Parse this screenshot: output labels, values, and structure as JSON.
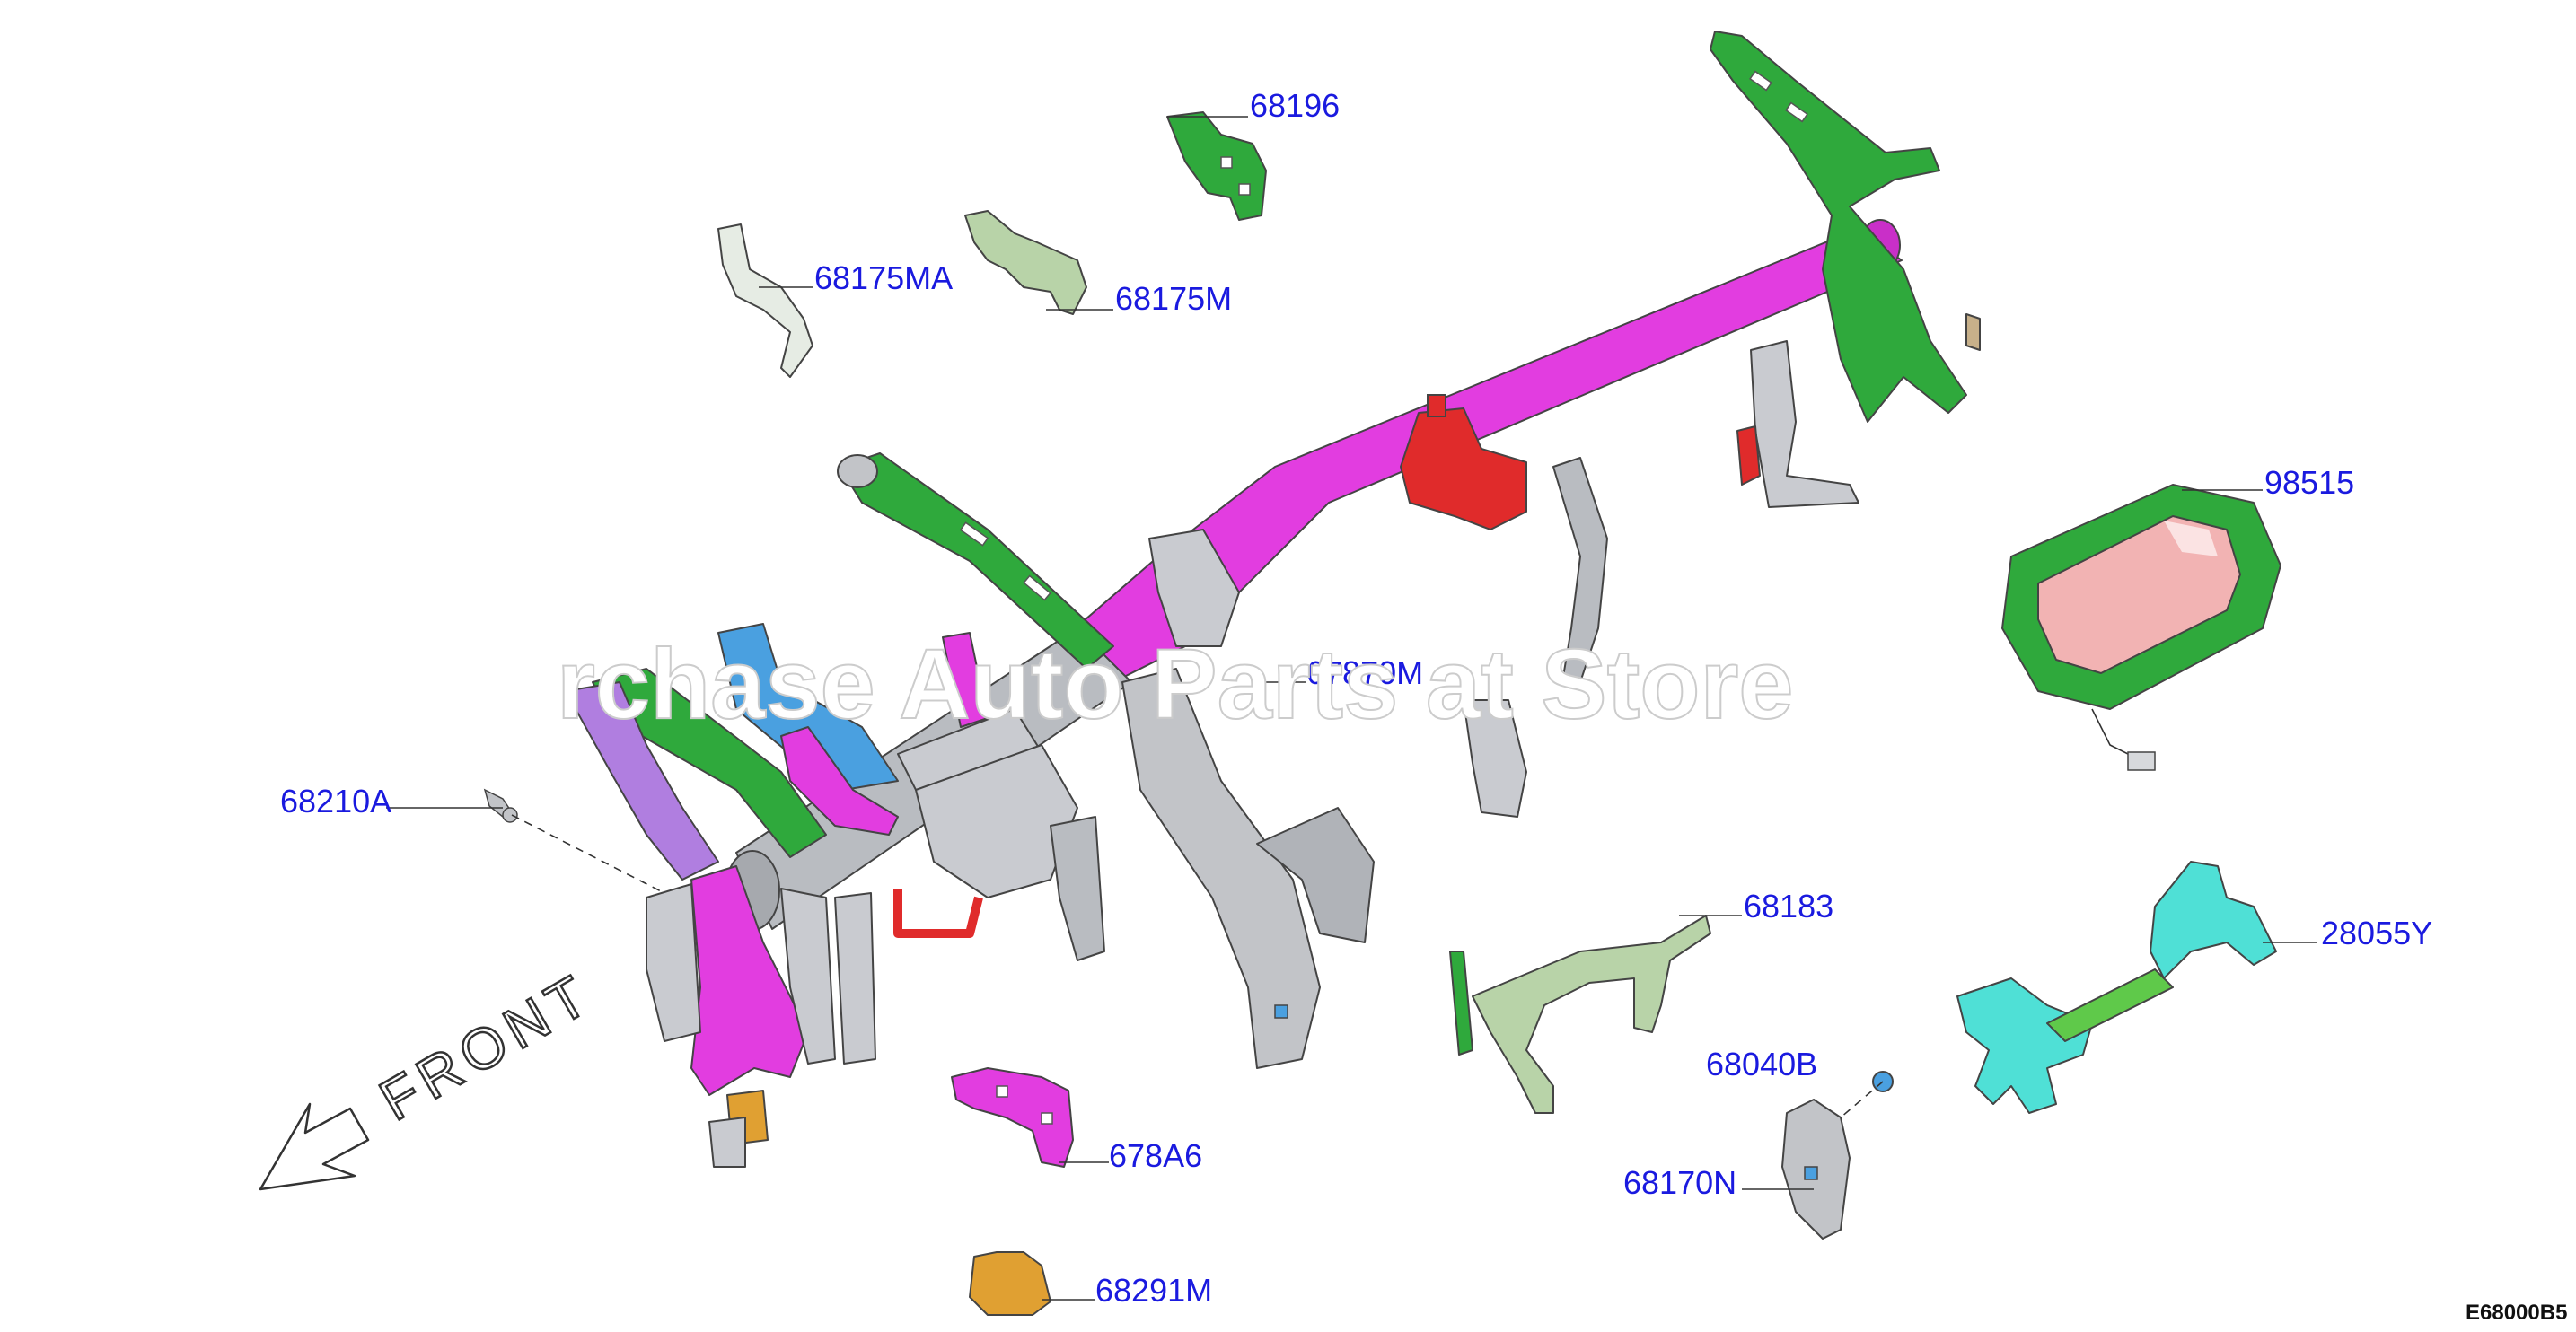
{
  "labels": {
    "p68196": "68196",
    "p68175MA": "68175MA",
    "p68175M": "68175M",
    "p98515": "98515",
    "p67870M": "67870M",
    "p68210A": "68210A",
    "p68183": "68183",
    "p28055Y": "28055Y",
    "p68040B": "68040B",
    "p678A6": "678A6",
    "p68170N": "68170N",
    "p68291M": "68291M"
  },
  "front_label": "FRONT",
  "diagram_code": "E68000B5",
  "watermark": "rchase Auto Parts at Store",
  "colors": {
    "label_text": "#1a1adf",
    "beam_magenta": "#e23de0",
    "bracket_green": "#2fa93c",
    "light_green": "#9ccf7e",
    "pale_green": "#b8d3a8",
    "grey": "#b9bcc1",
    "red": "#e02b2b",
    "blue": "#4aa0e0",
    "violet": "#b07ee0",
    "cyan": "#4fe0d6",
    "orange": "#e0a032",
    "airbag_pink": "#f2b3b3"
  },
  "icons": {
    "front_arrow": "front-arrow-icon"
  }
}
